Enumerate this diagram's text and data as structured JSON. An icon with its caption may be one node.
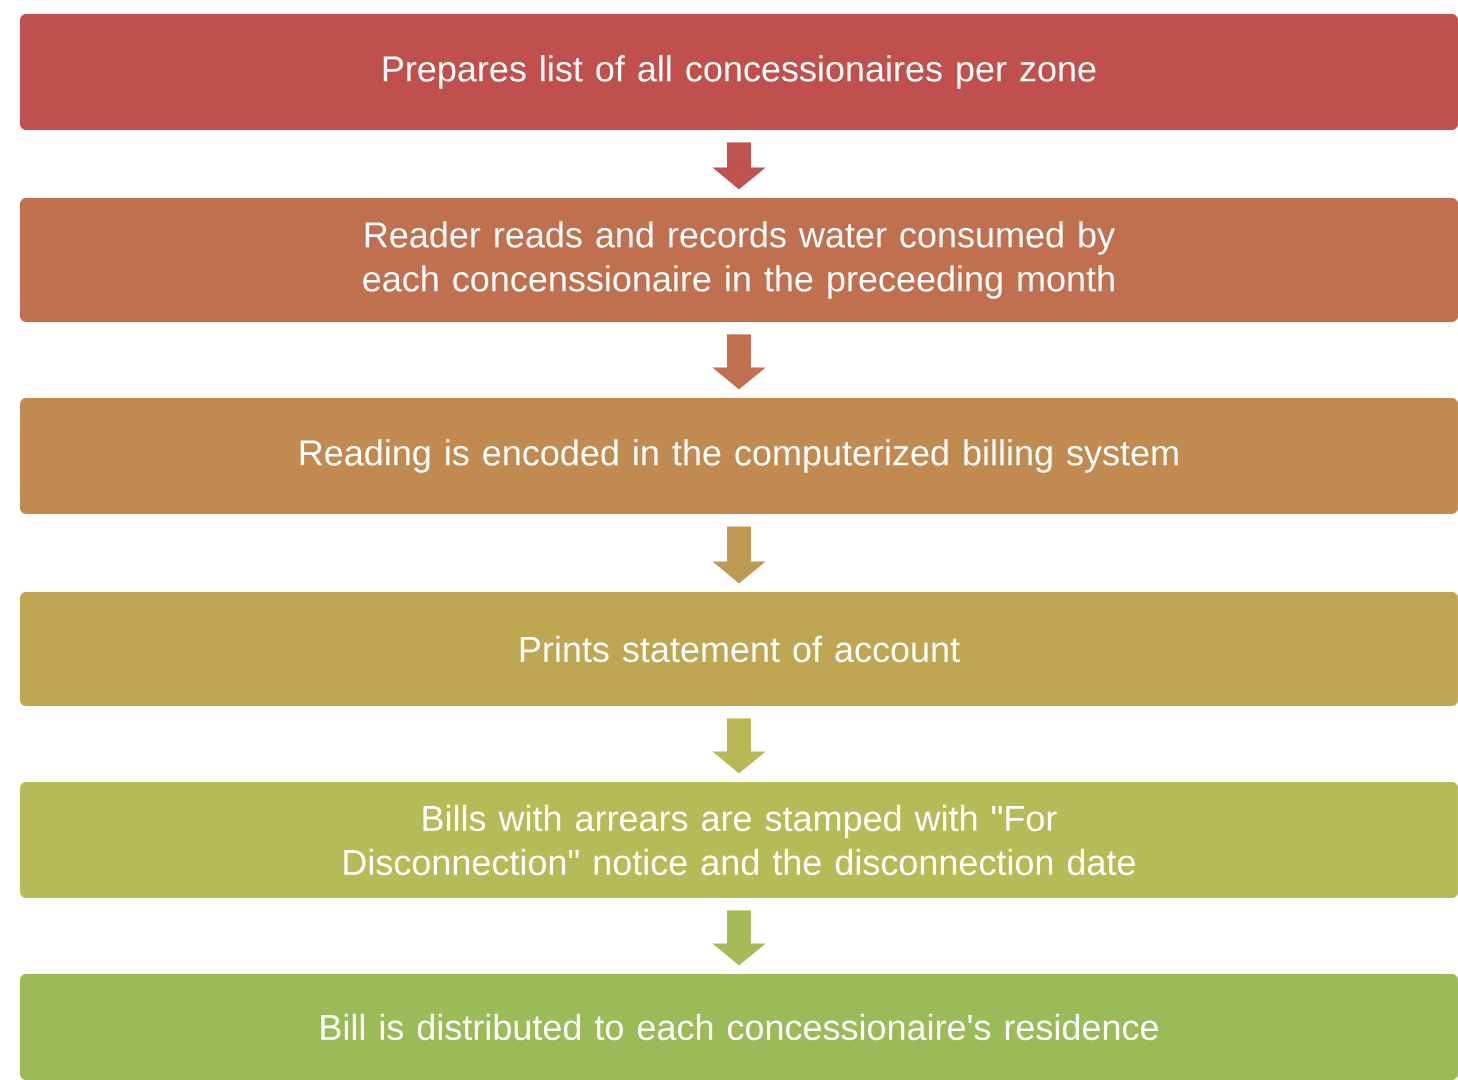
{
  "diagram": {
    "nodes": [
      {
        "text": [
          "Prepares list of all concessionaires per zone"
        ]
      },
      {
        "text": [
          "Reader reads and records water consumed by each concenssionaire in the preceeding month"
        ]
      },
      {
        "text": [
          "Reading is encoded in the computerized billing system"
        ]
      },
      {
        "text": [
          "Prints statement of account"
        ]
      },
      {
        "text": [
          "Bills with arrears are stamped with \"For Disconnection\" notice and the disconnection date"
        ]
      },
      {
        "text": [
          "Bill is distributed to each concessionaire's residence"
        ]
      }
    ],
    "edges": [
      {
        "from": 0,
        "to": 1,
        "arrow": "to",
        "color": "#c0534d"
      },
      {
        "from": 1,
        "to": 2,
        "arrow": "to",
        "color": "#c0704f"
      },
      {
        "from": 2,
        "to": 3,
        "arrow": "to",
        "color": "#bf9a52"
      },
      {
        "from": 3,
        "to": 4,
        "arrow": "to",
        "color": "#b9b856"
      },
      {
        "from": 4,
        "to": 5,
        "arrow": "to",
        "color": "#a4bb58"
      }
    ]
  }
}
